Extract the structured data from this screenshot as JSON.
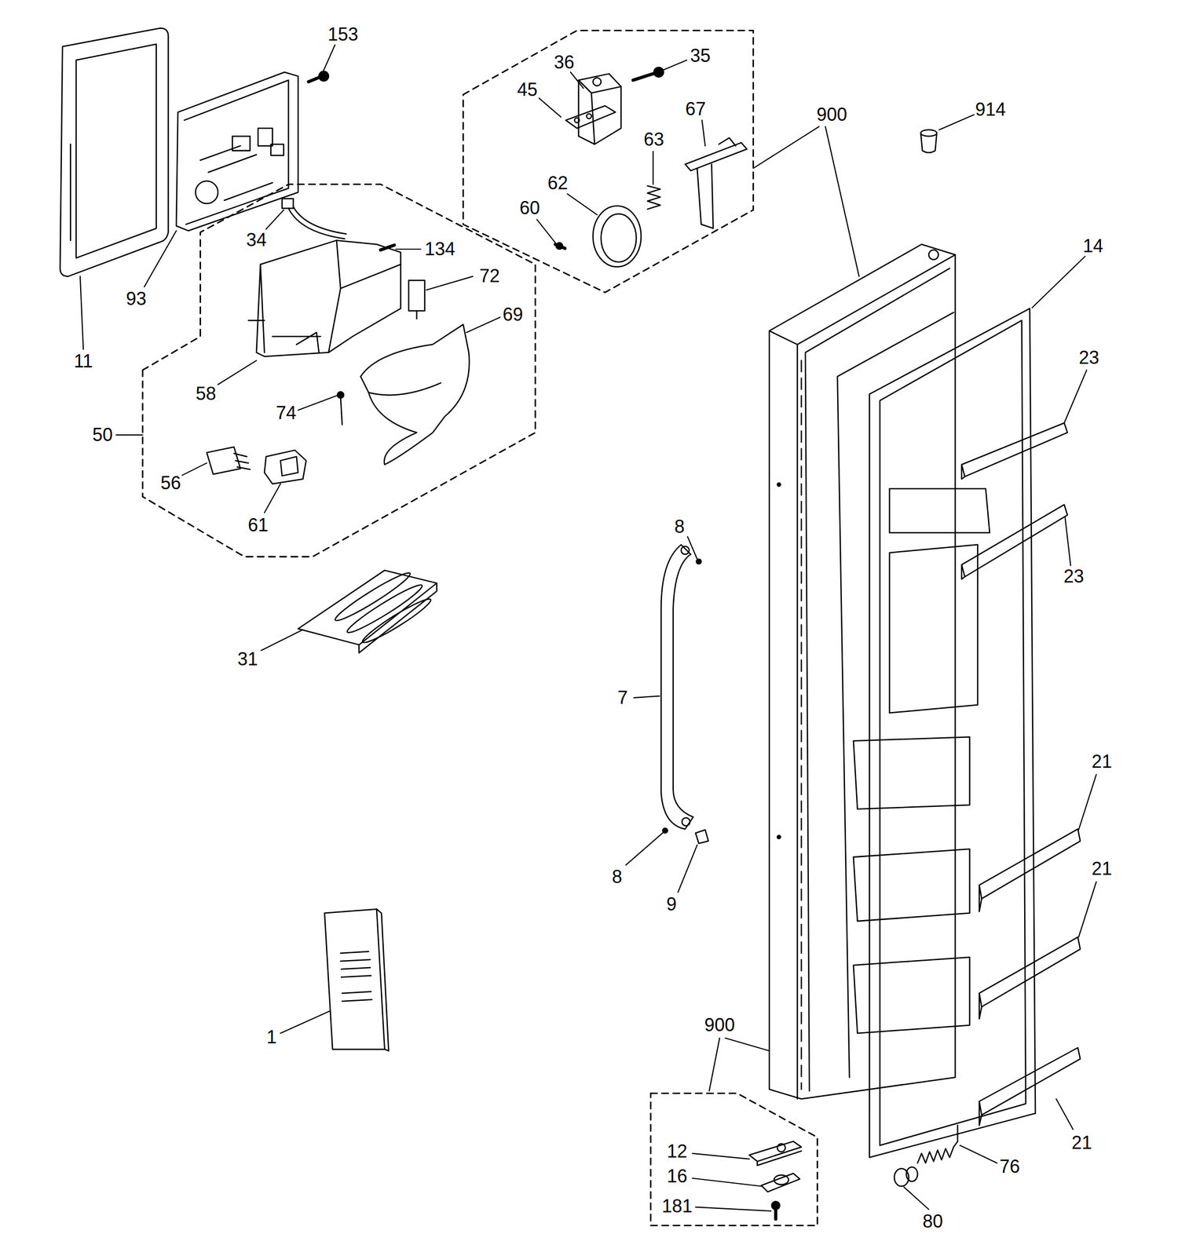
{
  "diagram": {
    "labels": [
      "153",
      "36",
      "35",
      "45",
      "67",
      "900",
      "914",
      "63",
      "62",
      "60",
      "34",
      "134",
      "14",
      "72",
      "93",
      "69",
      "11",
      "23",
      "58",
      "74",
      "50",
      "56",
      "61",
      "8",
      "23",
      "31",
      "7",
      "21",
      "21",
      "8",
      "9",
      "1",
      "900",
      "12",
      "76",
      "16",
      "21",
      "181",
      "80"
    ]
  }
}
